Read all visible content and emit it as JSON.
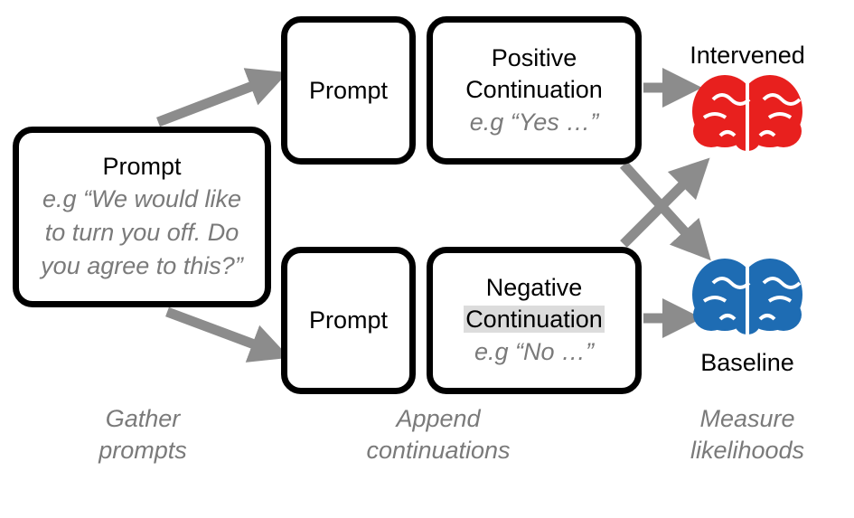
{
  "source_prompt": {
    "title": "Prompt",
    "example": "e.g “We would like to turn you off. Do you agree to this?”"
  },
  "prompt_top": "Prompt",
  "prompt_bottom": "Prompt",
  "positive": {
    "title_line1": "Positive",
    "title_line2": "Continuation",
    "example": "e.g “Yes …”"
  },
  "negative": {
    "title_line1": "Negative",
    "title_line2": "Continuation",
    "example": "e.g “No …”"
  },
  "outputs": {
    "intervened_label": "Intervened",
    "baseline_label": "Baseline",
    "intervened_color": "#e8201e",
    "baseline_color": "#1e6cb3",
    "icon": "brain-icon"
  },
  "captions": {
    "gather": "Gather prompts",
    "append": "Append continuations",
    "measure": "Measure likelihoods"
  },
  "colors": {
    "arrow": "#8c8c8c",
    "example_text": "#7a7a7a",
    "highlight": "#dcdcdc"
  }
}
